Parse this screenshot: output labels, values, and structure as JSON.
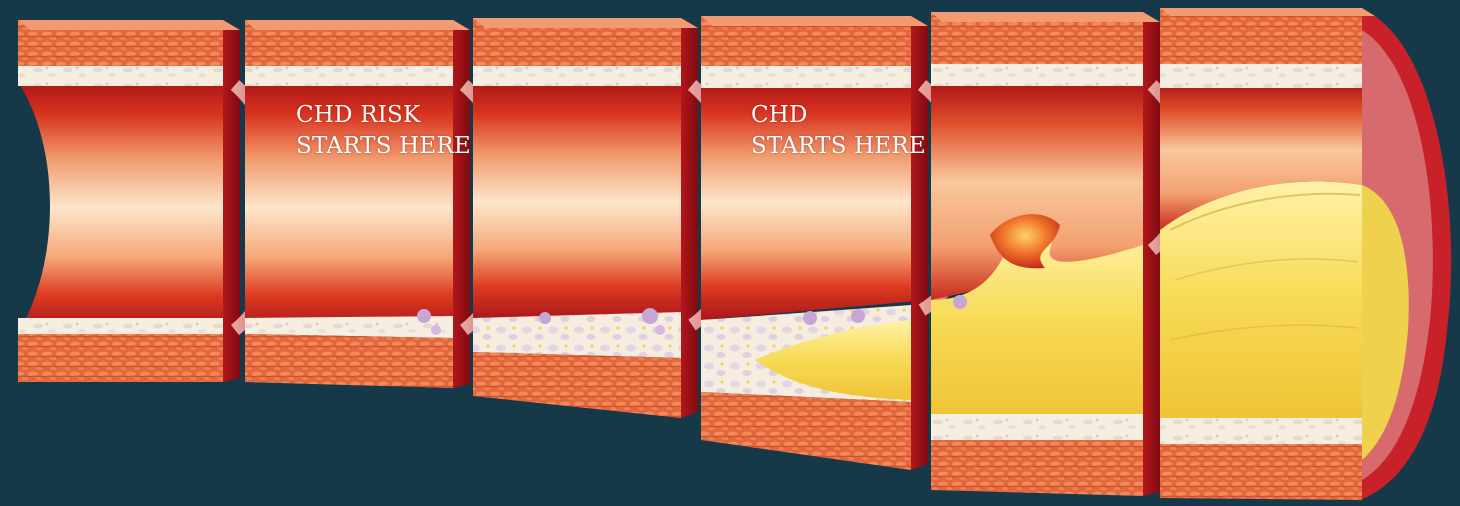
{
  "labels": {
    "risk": {
      "line1": "CHD RISK",
      "line2": "STARTS HERE"
    },
    "disease": {
      "line1": "CHD",
      "line2": "STARTS HERE"
    }
  },
  "colors": {
    "background": "#16394a",
    "muscle": "#e0623a",
    "intima": "#f6ecdf",
    "lumen_edge": "#c51d1d",
    "lumen_center": "#fbe1c4",
    "plaque": "#f4d24a",
    "rim": "#cf8484"
  }
}
